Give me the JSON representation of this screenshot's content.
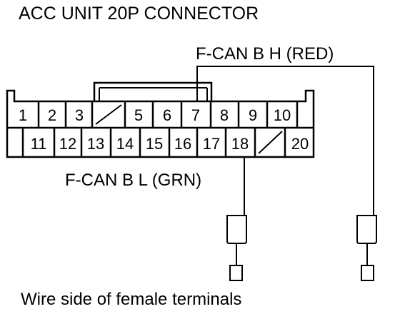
{
  "title": "ACC UNIT 20P CONNECTOR",
  "wire_high_label": "F-CAN B H (RED)",
  "wire_low_label": "F-CAN B L (GRN)",
  "footer": "Wire side of female terminals",
  "pins_row1": [
    "1",
    "2",
    "3",
    "",
    "5",
    "6",
    "7",
    "8",
    "9",
    "10"
  ],
  "pins_row2": [
    "11",
    "12",
    "13",
    "14",
    "15",
    "16",
    "17",
    "18",
    "",
    "20"
  ],
  "colors": {
    "line": "#000000",
    "background": "#ffffff"
  }
}
